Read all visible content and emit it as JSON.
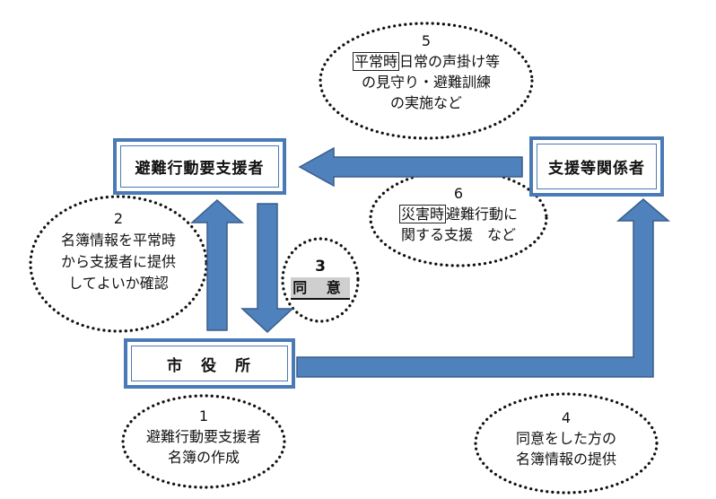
{
  "nodes": {
    "needs_support": "避難行動要支援者",
    "supporters": "支援等関係者",
    "city_office": "市　役　所"
  },
  "steps": {
    "s1": {
      "number": "1",
      "line1": "避難行動要支援者",
      "line2": "名簿の作成"
    },
    "s2": {
      "number": "2",
      "line1": "名簿情報を平常時",
      "line2": "から支援者に提供",
      "line3": "してよいか確認"
    },
    "s3": {
      "number": "3",
      "label": "同 意"
    },
    "s4": {
      "number": "4",
      "line1": "同意をした方の",
      "line2": "名簿情報の提供"
    },
    "s5": {
      "number": "5",
      "framed": "平常時",
      "line1_rest": "日常の声掛け等",
      "line2": "の見守り・避難訓練",
      "line3": "の実施など"
    },
    "s6": {
      "number": "6",
      "framed": "災害時",
      "line1_rest": "避難行動に",
      "line2": "関する支援　など"
    }
  },
  "colors": {
    "arrow_fill": "#4f81bd",
    "arrow_stroke": "#385d8a",
    "box_border": "#4a7ab6"
  }
}
